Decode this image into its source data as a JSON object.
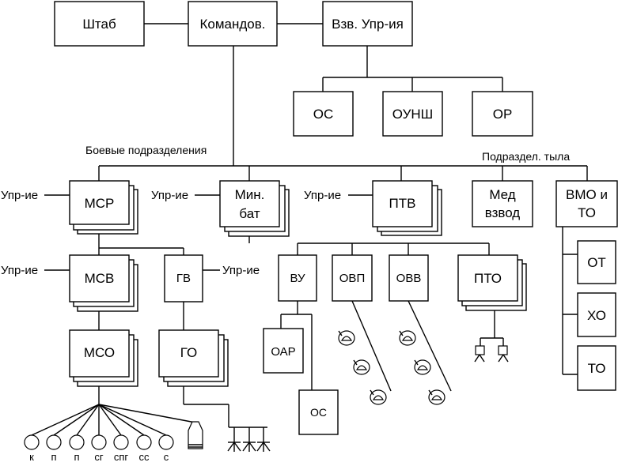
{
  "top": {
    "shtab": "Штаб",
    "komand": "Командов.",
    "vzv_upr": "Взв. Упр-ия"
  },
  "vzv_children": {
    "os": "ОС",
    "ounsh": "ОУНШ",
    "or": "ОР"
  },
  "section_labels": {
    "combat": "Боевые подразделения",
    "rear": "Подраздел. тыла"
  },
  "units": {
    "msr": "МСР",
    "minbat_l1": "Мин.",
    "minbat_l2": "бат",
    "ptv": "ПТВ",
    "med_l1": "Мед",
    "med_l2": "взвод",
    "vmo_l1": "ВМО и",
    "vmo_l2": "ТО"
  },
  "upr_label": "Упр-ие",
  "sub_units": {
    "msv": "МСВ",
    "gv": "ГВ",
    "vu": "ВУ",
    "ovp": "ОВП",
    "ovv": "ОВВ",
    "pto": "ПТО",
    "mso": "МСО",
    "go": "ГО",
    "oar": "ОАР",
    "os2": "ОС"
  },
  "rear_children": {
    "ot": "ОТ",
    "ho": "ХО",
    "to": "ТО"
  },
  "soldier_labels": [
    "к",
    "п",
    "п",
    "сг",
    "спг",
    "сс",
    "с"
  ]
}
